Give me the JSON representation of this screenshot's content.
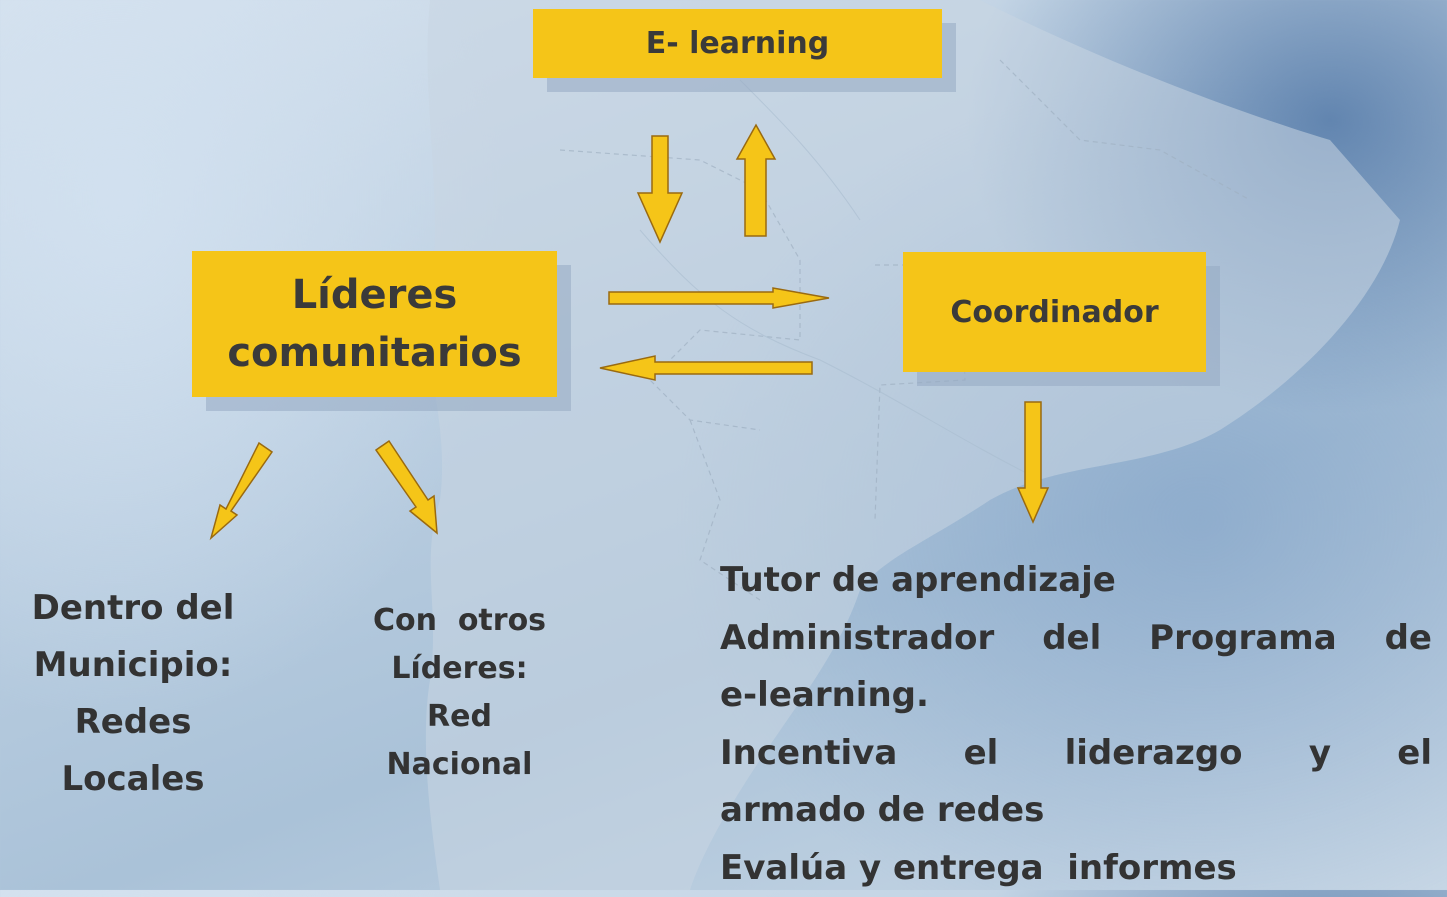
{
  "boxes": {
    "elearning": "E- learning",
    "lideres": [
      "Líderes",
      "comunitarios"
    ],
    "coordinador": "Coordinador"
  },
  "outcomes": {
    "dentro": [
      "Dentro del",
      "Municipio:",
      "Redes",
      "Locales"
    ],
    "con_otros": [
      "Con  otros",
      "Líderes:",
      "Red",
      "Nacional"
    ]
  },
  "coordinator_roles": {
    "line1": "Tutor de aprendizaje",
    "line2_words": [
      "Administrador",
      "del",
      "Programa",
      "de"
    ],
    "line3": "e-learning.",
    "line4_words": [
      "Incentiva",
      "el",
      "liderazgo",
      "y",
      "el"
    ],
    "line5": "armado de redes",
    "line6": "Evalúa y entrega  informes"
  },
  "colors": {
    "box_fill": "#f5c518",
    "arrow_fill": "#f5c518",
    "text": "#333333"
  }
}
